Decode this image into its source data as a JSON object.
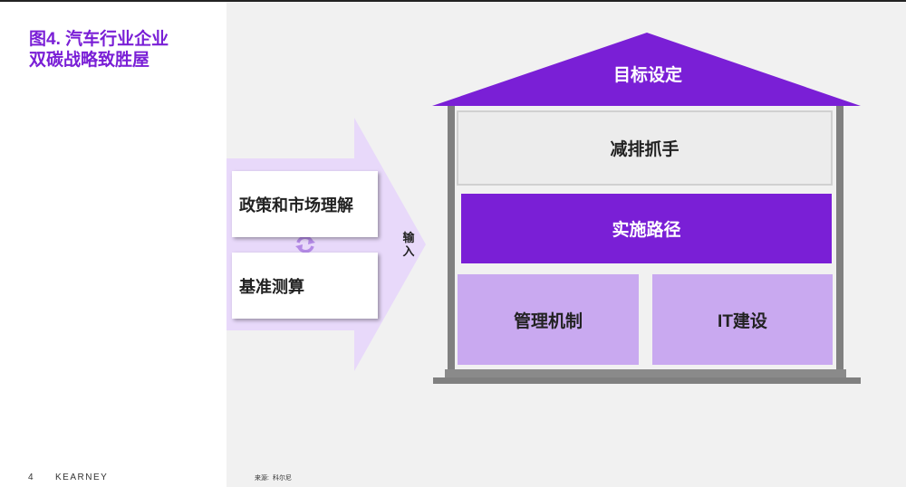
{
  "title_lines": [
    "图4. 汽车行业企业",
    "双碳战略致胜屋"
  ],
  "footer": {
    "page_number": "4",
    "brand": "KEARNEY"
  },
  "source": {
    "label": "来源:",
    "value": "科尔尼"
  },
  "inputs": {
    "policy_label": "政策和市场理解",
    "baseline_label": "基准测算",
    "arrow_label_chars": [
      "输",
      "入"
    ]
  },
  "house": {
    "roof_label": "目标设定",
    "reduction_label": "减排抓手",
    "implementation_label": "实施路径",
    "pillars": [
      "管理机制",
      "IT建设"
    ]
  },
  "colors": {
    "brand_purple": "#7a1fd6",
    "light_purple": "#c9a9f0",
    "arrow_purple": "#e8d9fa",
    "light_gray": "#ececec",
    "frame_gray": "#808080",
    "background_gray": "#f1f1f1"
  }
}
